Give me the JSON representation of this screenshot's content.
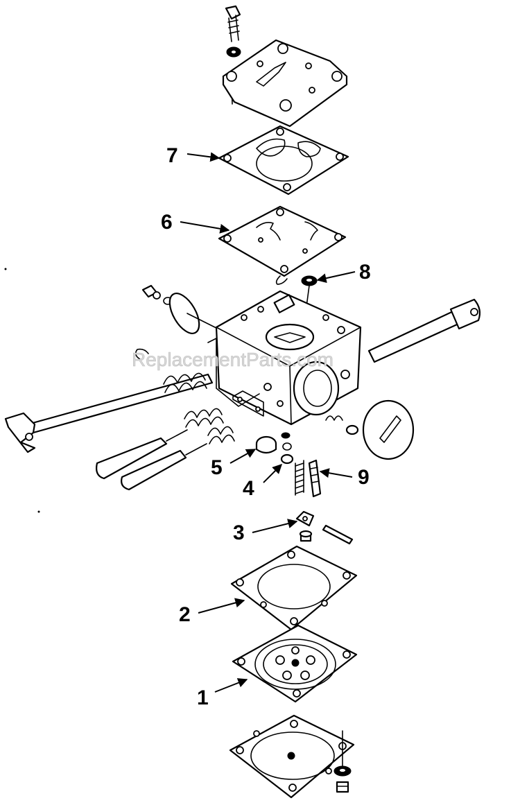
{
  "watermark": "ReplacementParts.com",
  "callouts": [
    {
      "id": "1",
      "label": "1"
    },
    {
      "id": "2",
      "label": "2"
    },
    {
      "id": "3",
      "label": "3"
    },
    {
      "id": "4",
      "label": "4"
    },
    {
      "id": "5",
      "label": "5"
    },
    {
      "id": "6",
      "label": "6"
    },
    {
      "id": "7",
      "label": "7"
    },
    {
      "id": "8",
      "label": "8"
    },
    {
      "id": "9",
      "label": "9"
    }
  ]
}
